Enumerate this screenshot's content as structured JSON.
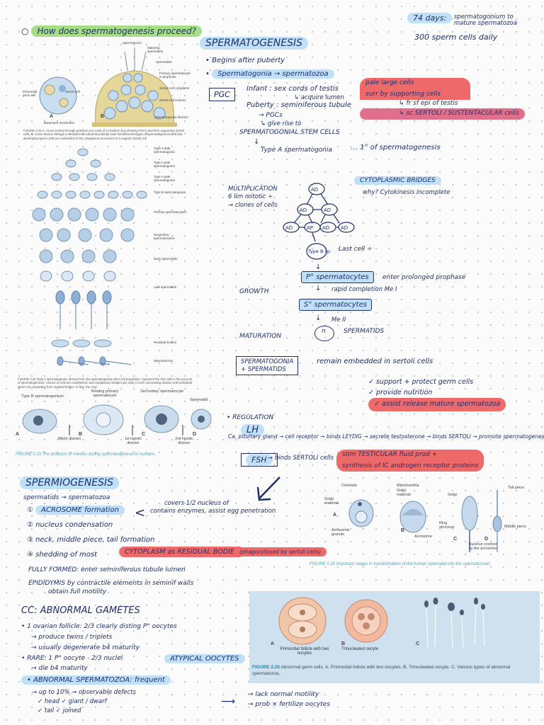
{
  "question": "How does spermatogenesis proceed?",
  "top_right": {
    "days": "74 days:",
    "l1": "spermatogonium to",
    "l2": "mature spermatozoa",
    "rate": "300 sperm cells daily"
  },
  "heading_sg": "SPERMATOGENESIS",
  "begins": "Begins after puberty",
  "process": "Spermatogonia → spermatozoa",
  "pgc": "PGC",
  "infant_label": "Infant",
  "infant_text": ": sex cords of testis",
  "acquire_lumen": "↳ acquire lumen",
  "puberty_label": "Puberty",
  "puberty_text": ": seminiferous tubule",
  "pale_cells": {
    "l1": "pale large cells",
    "l2": "surr by supporting cells",
    "l3": "↳ fr sf epi of testis",
    "l4": "↳ sc SERTOLI / SUSTENTACULAR cells"
  },
  "chain": {
    "pgcs": "→ PGCs",
    "give_rise": "↳ give rise to",
    "stem": "SPERMATOGONIAL STEM CELLS",
    "type_a": "Type A spermatogonia",
    "start": "… 1° of spermatogenesis"
  },
  "cyto_bridge": "CYTOPLASMIC BRIDGES",
  "why_bridge": "why? Cytokinesis incomplete",
  "multiplication": {
    "l1": "MULTIPLICATION",
    "l2": "6 lim mitotic ÷",
    "l3": "→ clones of cells"
  },
  "tree": {
    "ad": "AD",
    "ap": "AP",
    "typeb": "Type B sp",
    "last_cell": "Last cell ÷"
  },
  "growth": "GROWTH",
  "maturation": "MATURATION",
  "primary_sc": "P° spermatocytes",
  "prophase": "enter prolonged prophase",
  "rapid": "rapid completion Me I",
  "secondary_sc": "S° spermatocytes",
  "meII": "Me II",
  "n_label": "n",
  "spermatids": "SPERMATIDS",
  "embedded_box": {
    "l1": "SPERMATOGONIA",
    "l2": "+ SPERMATIDS"
  },
  "embedded_text": "remain embedded in sertoli cells",
  "sertoli_roles": [
    "✓ support + protect germ cells",
    "✓ provide nutrition",
    "✓ assist release mature spermatozoa"
  ],
  "regulation": "• REGULATION",
  "lh": "LH",
  "lh_line": "Ca. pituitary gland → cell receptor → binds LEYDIG → secrete testosterone → binds SERTOLI → promote spermatogenesis",
  "fsh": "FSH",
  "fsh_line": "→ binds SERTOLI cells",
  "fsh_result": {
    "l1": "stim TESTICULAR fluid prod +",
    "l2": "synthesis of IC androgen receptor proteins"
  },
  "spermiogenesis": "SPERMIOGENESIS",
  "spermio_flow": "spermatids → spermatozoa",
  "steps": [
    {
      "num": "①",
      "text": "ACROSOME formation"
    },
    {
      "num": "②",
      "text": "nucleus condensation"
    },
    {
      "num": "③",
      "text": "neck, middle piece, tail formation"
    },
    {
      "num": "④",
      "text": "shedding of most"
    }
  ],
  "acrosome_note": {
    "l1": "covers 1/2 nucleus of",
    "l2": "contains enzymes, assist egg penetration"
  },
  "cytoplasm_hl": "CYTOPLASM as RESIDUAL BODIES",
  "phago": "(phagocytosed by sertoli cells)",
  "fully_formed": "FULLY FORMED: enter seminiferous tubule lumen",
  "epididymis": {
    "l1": "EPIDIDYMIS by contractile elements in seminif walls",
    "l2": "obtain full motility"
  },
  "cc_heading": "CC: ABNORMAL GAMETES",
  "ab_list": [
    "• 1 ovarian follicle: 2/3 clearly disting P° oocytes",
    "  → produce twins / triplets",
    "  → usually degenerate b4 maturity",
    "• RARE: 1 P° oocyte - 2/3 nuclei",
    "  → die b4 maturity"
  ],
  "atypical": "ATYPICAL OOCYTES",
  "abn_sperm": "• ABNORMAL SPERMATOZOA: frequent",
  "abn_sperm_sub": [
    "→ up to 10% → observable defects",
    "✓ head  ✓ giant / dwarf",
    "✓ tail  ✓ joined"
  ],
  "lack_motility": {
    "l1": "→ lack normal motility",
    "l2": "→ prob × fertilize oocytes"
  },
  "fig221": {
    "labels": [
      "Spermatozoa",
      "Maturing spermatids",
      "Spermatids",
      "Primary spermatocyte in prophase",
      "Sertoli cell cytoplasm",
      "Sertoli cell nucleus",
      "Primordial germ cell",
      "Sertoli cell",
      "Spermatogonial division",
      "Basement membrane"
    ],
    "a": "A",
    "b": "B",
    "caption": "FIGURE 2.21 A. Cross section through primitive sex cords of a newborn boy showing PGCs and their supporting Sertoli cells. B. Cross section through a seminiferous tubule at puberty. Note the different stages of spermatogenesis and that developing sperm cells are embedded in the cytoplasmic processes of a support Sertoli cell."
  },
  "fig222": {
    "labels": [
      "Type A dark spermatogonia",
      "Type A pale spermatogonia",
      "Type A pale spermatogonia",
      "Type B spermatogonia",
      "Primary spermatocytes",
      "Secondary spermatocytes",
      "Early spermatids",
      "Late spermatids",
      "Residual bodies",
      "Spermatozoa"
    ],
    "caption": "FIGURE 2.22 Type A spermatogonia, derived from the spermatogonial stem cell population, represent the first cells in the process of spermatogenesis. Clones of cells are established, and cytoplasmic bridges join cells in each succeeding division until individual sperm are separated from residual bodies. In fact, the num-"
  },
  "fig223": {
    "labels": [
      "Type B spermatogonium",
      "Resting primary spermatocyte",
      "Secondary spermatocyte",
      "Spermatid"
    ],
    "letters": [
      "A",
      "B",
      "C",
      "D"
    ],
    "divisions": [
      "Mitotic division",
      "1st meiotic division",
      "2nd meiotic division"
    ],
    "caption": "FIGURE 2.23 The products of meiosis during spermatogenesis in humans."
  },
  "fig224": {
    "labels": [
      "Centriole",
      "Mitochondria",
      "Golgi material",
      "Golgi material",
      "Golgi",
      "Tail piece",
      "Acrosomic granule",
      "Acrosome",
      "Ring structure",
      "Middle piece",
      "Nucleus covered by the acrosome"
    ],
    "letters": [
      "A",
      "B",
      "C",
      "D"
    ],
    "caption": "FIGURE 2.24 Important stages in transformation of the human spermatid into the spermatozoon."
  },
  "fig225": {
    "labels": [
      "Primordial follicle with two oocytes",
      "Trinucleated oocyte"
    ],
    "letters": [
      "A",
      "B",
      "C"
    ],
    "caption_bold": "FIGURE 2.25",
    "caption": "Abnormal germ cells. A. Primordial follicle with two oocytes. B. Trinucleated oocyte. C. Various types of abnormal spermatozoa."
  },
  "colors": {
    "ink": "#1f2f6e",
    "highlight_blue": "#bfe0f6",
    "highlight_green": "#a6dd86",
    "highlight_red": "#ee6a6a",
    "figure_blue": "#b9d3ea",
    "caption_teal": "#4aa6b8"
  }
}
